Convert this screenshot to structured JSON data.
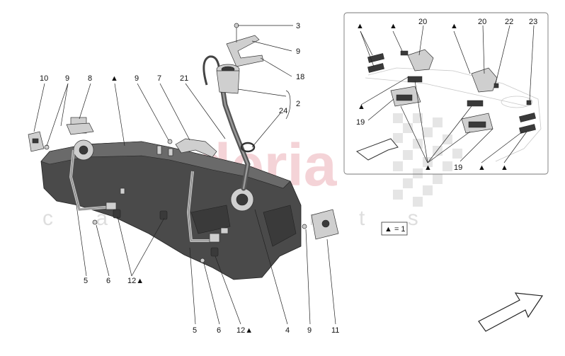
{
  "watermark": {
    "brand": "scuderia",
    "sub": "c a r p a r t s"
  },
  "legend": {
    "text": "▲ = 1"
  },
  "main_labels": [
    {
      "id": "lbl-10",
      "text": "10"
    },
    {
      "id": "lbl-9a",
      "text": "9"
    },
    {
      "id": "lbl-8",
      "text": "8"
    },
    {
      "id": "lbl-tri-a",
      "text": "▲"
    },
    {
      "id": "lbl-9b",
      "text": "9"
    },
    {
      "id": "lbl-7",
      "text": "7"
    },
    {
      "id": "lbl-21",
      "text": "21"
    },
    {
      "id": "lbl-3",
      "text": "3"
    },
    {
      "id": "lbl-9c",
      "text": "9"
    },
    {
      "id": "lbl-18",
      "text": "18"
    },
    {
      "id": "lbl-2",
      "text": "2"
    },
    {
      "id": "lbl-24",
      "text": "24"
    },
    {
      "id": "lbl-5a",
      "text": "5"
    },
    {
      "id": "lbl-6a",
      "text": "6"
    },
    {
      "id": "lbl-12a",
      "text": "12▲"
    },
    {
      "id": "lbl-5b",
      "text": "5"
    },
    {
      "id": "lbl-6b",
      "text": "6"
    },
    {
      "id": "lbl-12b",
      "text": "12▲"
    },
    {
      "id": "lbl-4",
      "text": "4"
    },
    {
      "id": "lbl-9d",
      "text": "9"
    },
    {
      "id": "lbl-11",
      "text": "11"
    }
  ],
  "inset_labels": [
    {
      "id": "ins-tri-1",
      "text": "▲"
    },
    {
      "id": "ins-tri-2",
      "text": "▲"
    },
    {
      "id": "ins-20a",
      "text": "20"
    },
    {
      "id": "ins-20b",
      "text": "20"
    },
    {
      "id": "ins-22",
      "text": "22"
    },
    {
      "id": "ins-23",
      "text": "23"
    },
    {
      "id": "ins-tri-3",
      "text": "▲"
    },
    {
      "id": "ins-tri-4",
      "text": "▲"
    },
    {
      "id": "ins-19a",
      "text": "19"
    },
    {
      "id": "ins-tri-5",
      "text": "▲"
    },
    {
      "id": "ins-19b",
      "text": "19"
    },
    {
      "id": "ins-tri-6",
      "text": "▲"
    },
    {
      "id": "ins-tri-7",
      "text": "▲"
    }
  ]
}
